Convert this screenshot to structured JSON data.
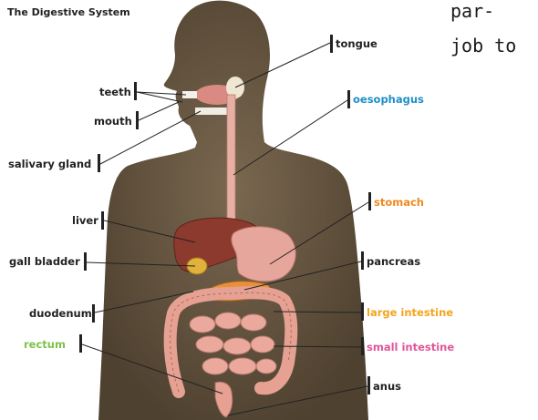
{
  "title": "The Digestive System",
  "side_text": [
    "par-",
    "job to"
  ],
  "labels": {
    "tongue": {
      "text": "tongue",
      "color": "#222222"
    },
    "oesophagus": {
      "text": "oesophagus",
      "color": "#1f8fc7"
    },
    "teeth": {
      "text": "teeth",
      "color": "#222222"
    },
    "mouth": {
      "text": "mouth",
      "color": "#222222"
    },
    "salivary_gland": {
      "text": "salivary gland",
      "color": "#222222"
    },
    "stomach": {
      "text": "stomach",
      "color": "#ef8a1f"
    },
    "liver": {
      "text": "liver",
      "color": "#222222"
    },
    "pancreas": {
      "text": "pancreas",
      "color": "#222222"
    },
    "gall_bladder": {
      "text": "gall bladder",
      "color": "#222222"
    },
    "duodenum": {
      "text": "duodenum",
      "color": "#222222"
    },
    "large_intestine": {
      "text": "large intestine",
      "color": "#f3a51d"
    },
    "rectum": {
      "text": "rectum",
      "color": "#7dc24a"
    },
    "small_intestine": {
      "text": "small intestine",
      "color": "#e0559a"
    },
    "anus": {
      "text": "anus",
      "color": "#222222"
    }
  },
  "colors": {
    "body": "#6b5a45",
    "body_dark": "#4e402f",
    "liver": "#8d3a2e",
    "stomach": "#e7a69b",
    "intestine": "#e9a79a",
    "gall_bladder": "#e0b23c",
    "pancreas": "#e9913a"
  }
}
